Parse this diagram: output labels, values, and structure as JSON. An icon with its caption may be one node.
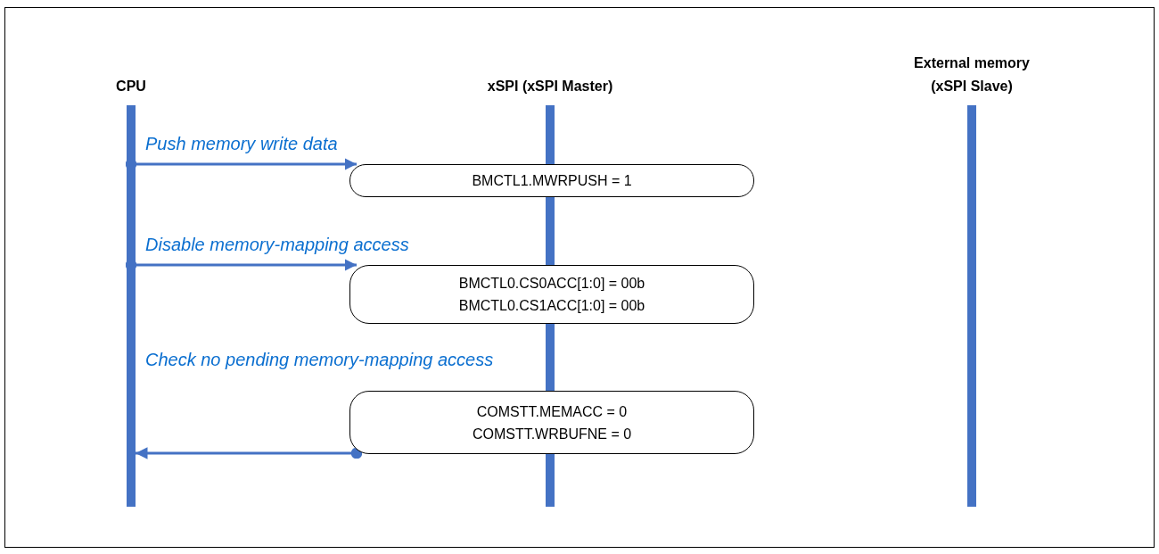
{
  "diagram": {
    "nodes": [
      {
        "text": [
          "CPU"
        ]
      },
      {
        "text": [
          "xSPI (xSPI Master)"
        ]
      },
      {
        "text": [
          "External memory (xSPI Slave)"
        ]
      },
      {
        "text": [
          "BMCTL1.MWRPUSH = 1"
        ]
      },
      {
        "text": [
          "BMCTL0.CS0ACC[1:0] = 00b",
          "BMCTL0.CS1ACC[1:0] = 00b"
        ]
      },
      {
        "text": [
          "COMSTT.MEMACC = 0",
          "COMSTT.WRBUFNE = 0"
        ]
      }
    ],
    "edges": [
      {
        "from": 0,
        "to": 3,
        "arrow": "to",
        "label": "Push memory write data"
      },
      {
        "from": 0,
        "to": 4,
        "arrow": "to",
        "label": "Disable memory-mapping access"
      },
      {
        "from": 5,
        "to": 0,
        "arrow": "to",
        "label": "Check no pending memory-mapping access"
      }
    ]
  }
}
